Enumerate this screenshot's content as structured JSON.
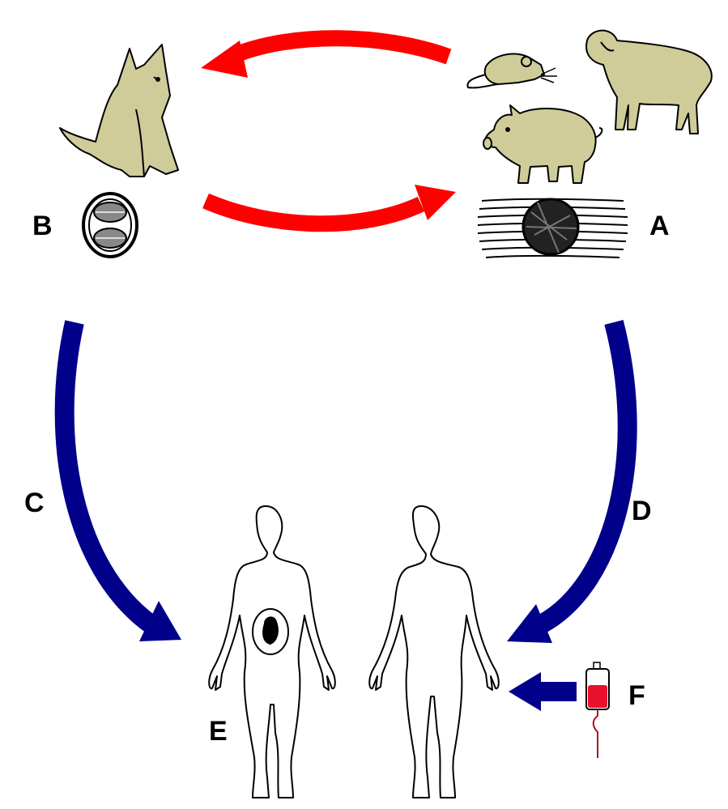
{
  "labels": {
    "a": "A",
    "b": "B",
    "c": "C",
    "d": "D",
    "e": "E",
    "f": "F"
  },
  "colors": {
    "red_arrow": "#ff0000",
    "blue_arrow": "#00008b",
    "animal_fill": "#cfcc99",
    "outline": "#000000",
    "blood": "#e8102a"
  },
  "icons": [
    "cat-icon",
    "oocyst-icon",
    "mouse-icon",
    "sheep-icon",
    "pig-icon",
    "tissue-cyst-icon",
    "pregnant-woman-icon",
    "man-icon",
    "fetus-icon",
    "blood-bag-icon"
  ]
}
